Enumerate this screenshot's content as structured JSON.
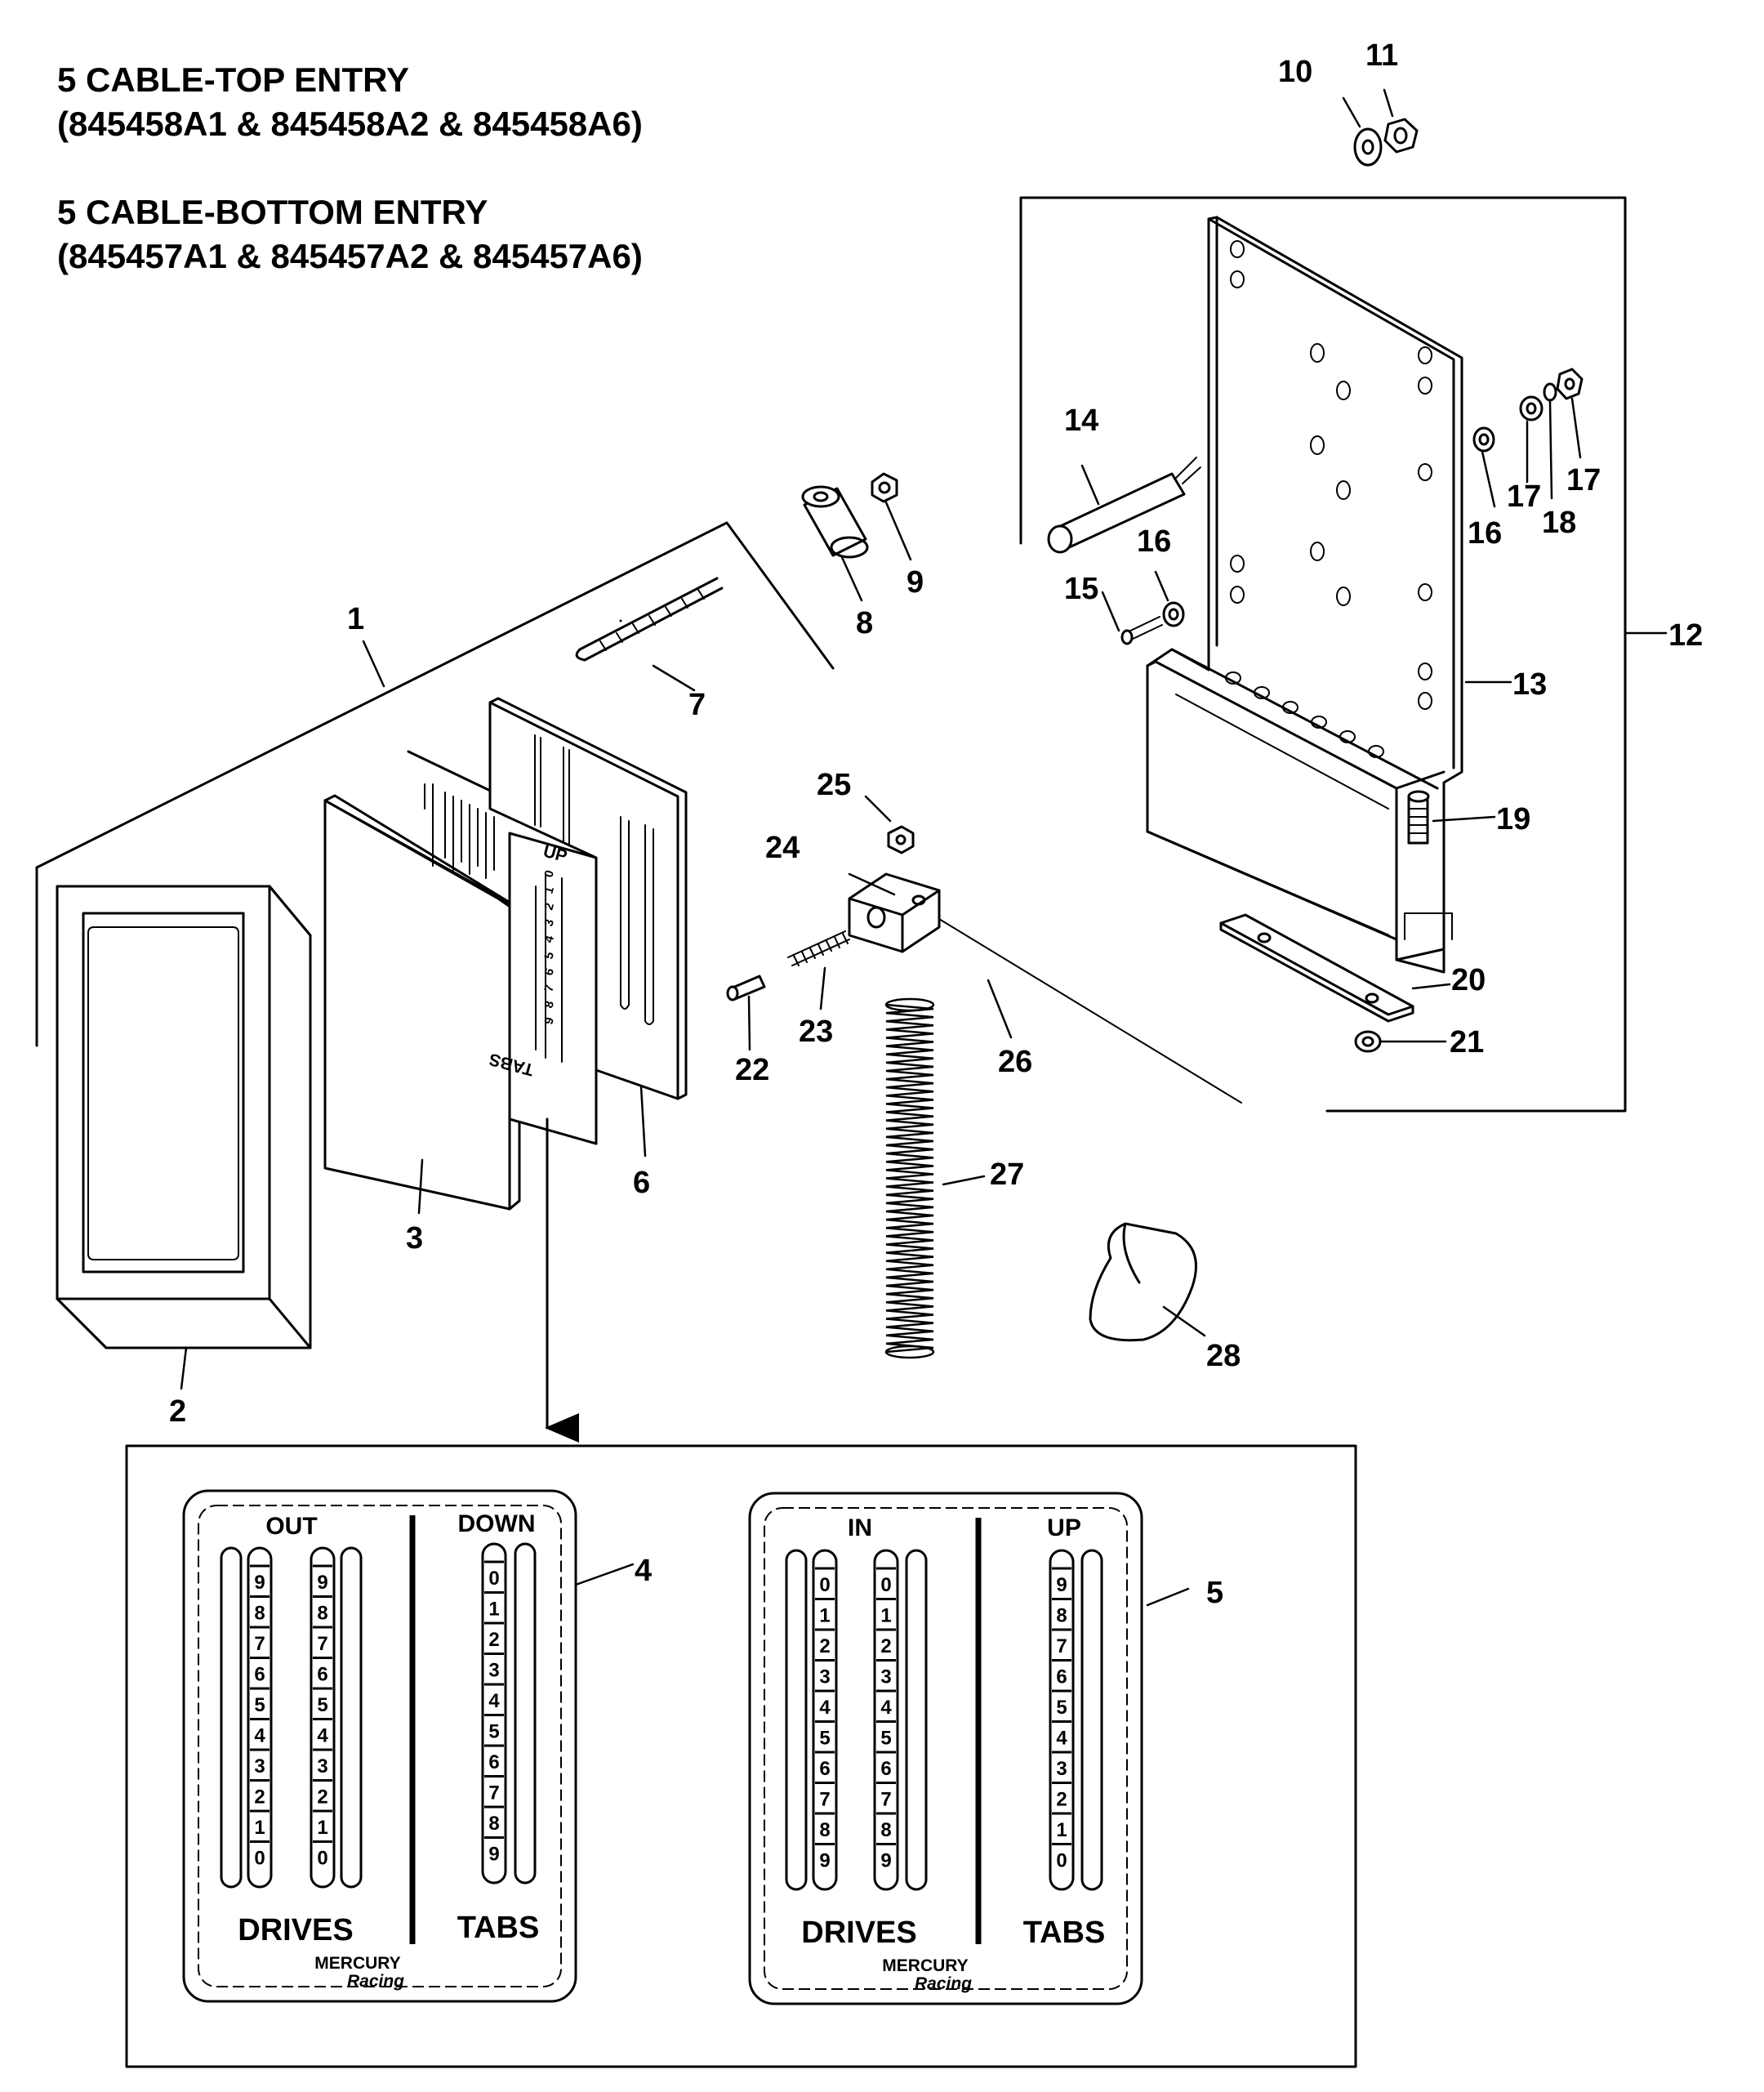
{
  "headers": {
    "top_entry_title": "5 CABLE-TOP ENTRY",
    "top_entry_parts": "(845458A1 & 845458A2 & 845458A6)",
    "bottom_entry_title": "5 CABLE-BOTTOM ENTRY",
    "bottom_entry_parts": "(845457A1 & 845457A2 & 845457A6)"
  },
  "callouts": {
    "c1": "1",
    "c2": "2",
    "c3": "3",
    "c4": "4",
    "c5": "5",
    "c6": "6",
    "c7": "7",
    "c8": "8",
    "c9": "9",
    "c10": "10",
    "c11": "11",
    "c12": "12",
    "c13": "13",
    "c14": "14",
    "c15": "15",
    "c16a": "16",
    "c16b": "16",
    "c17a": "17",
    "c17b": "17",
    "c18": "18",
    "c19": "19",
    "c20": "20",
    "c21": "21",
    "c22": "22",
    "c23": "23",
    "c24": "24",
    "c25": "25",
    "c26": "26",
    "c27": "27",
    "c28": "28"
  },
  "decal_4": {
    "left_header": "OUT",
    "right_header": "DOWN",
    "left_footer": "DRIVES",
    "right_footer": "TABS",
    "drives_scale": [
      "9",
      "8",
      "7",
      "6",
      "5",
      "4",
      "3",
      "2",
      "1",
      "0"
    ],
    "tabs_scale": [
      "0",
      "1",
      "2",
      "3",
      "4",
      "5",
      "6",
      "7",
      "8",
      "9"
    ],
    "logo": "MERCURY",
    "logo_script": "Racing"
  },
  "decal_5": {
    "left_header": "IN",
    "right_header": "UP",
    "left_footer": "DRIVES",
    "right_footer": "TABS",
    "drives_scale": [
      "0",
      "1",
      "2",
      "3",
      "4",
      "5",
      "6",
      "7",
      "8",
      "9"
    ],
    "tabs_scale": [
      "9",
      "8",
      "7",
      "6",
      "5",
      "4",
      "3",
      "2",
      "1",
      "0"
    ],
    "logo": "MERCURY",
    "logo_script": "Racing"
  },
  "small_decal": {
    "header": "UP",
    "footer": "TABS",
    "scale": [
      "0",
      "1",
      "2",
      "3",
      "4",
      "5",
      "6",
      "7",
      "8",
      "9"
    ]
  }
}
